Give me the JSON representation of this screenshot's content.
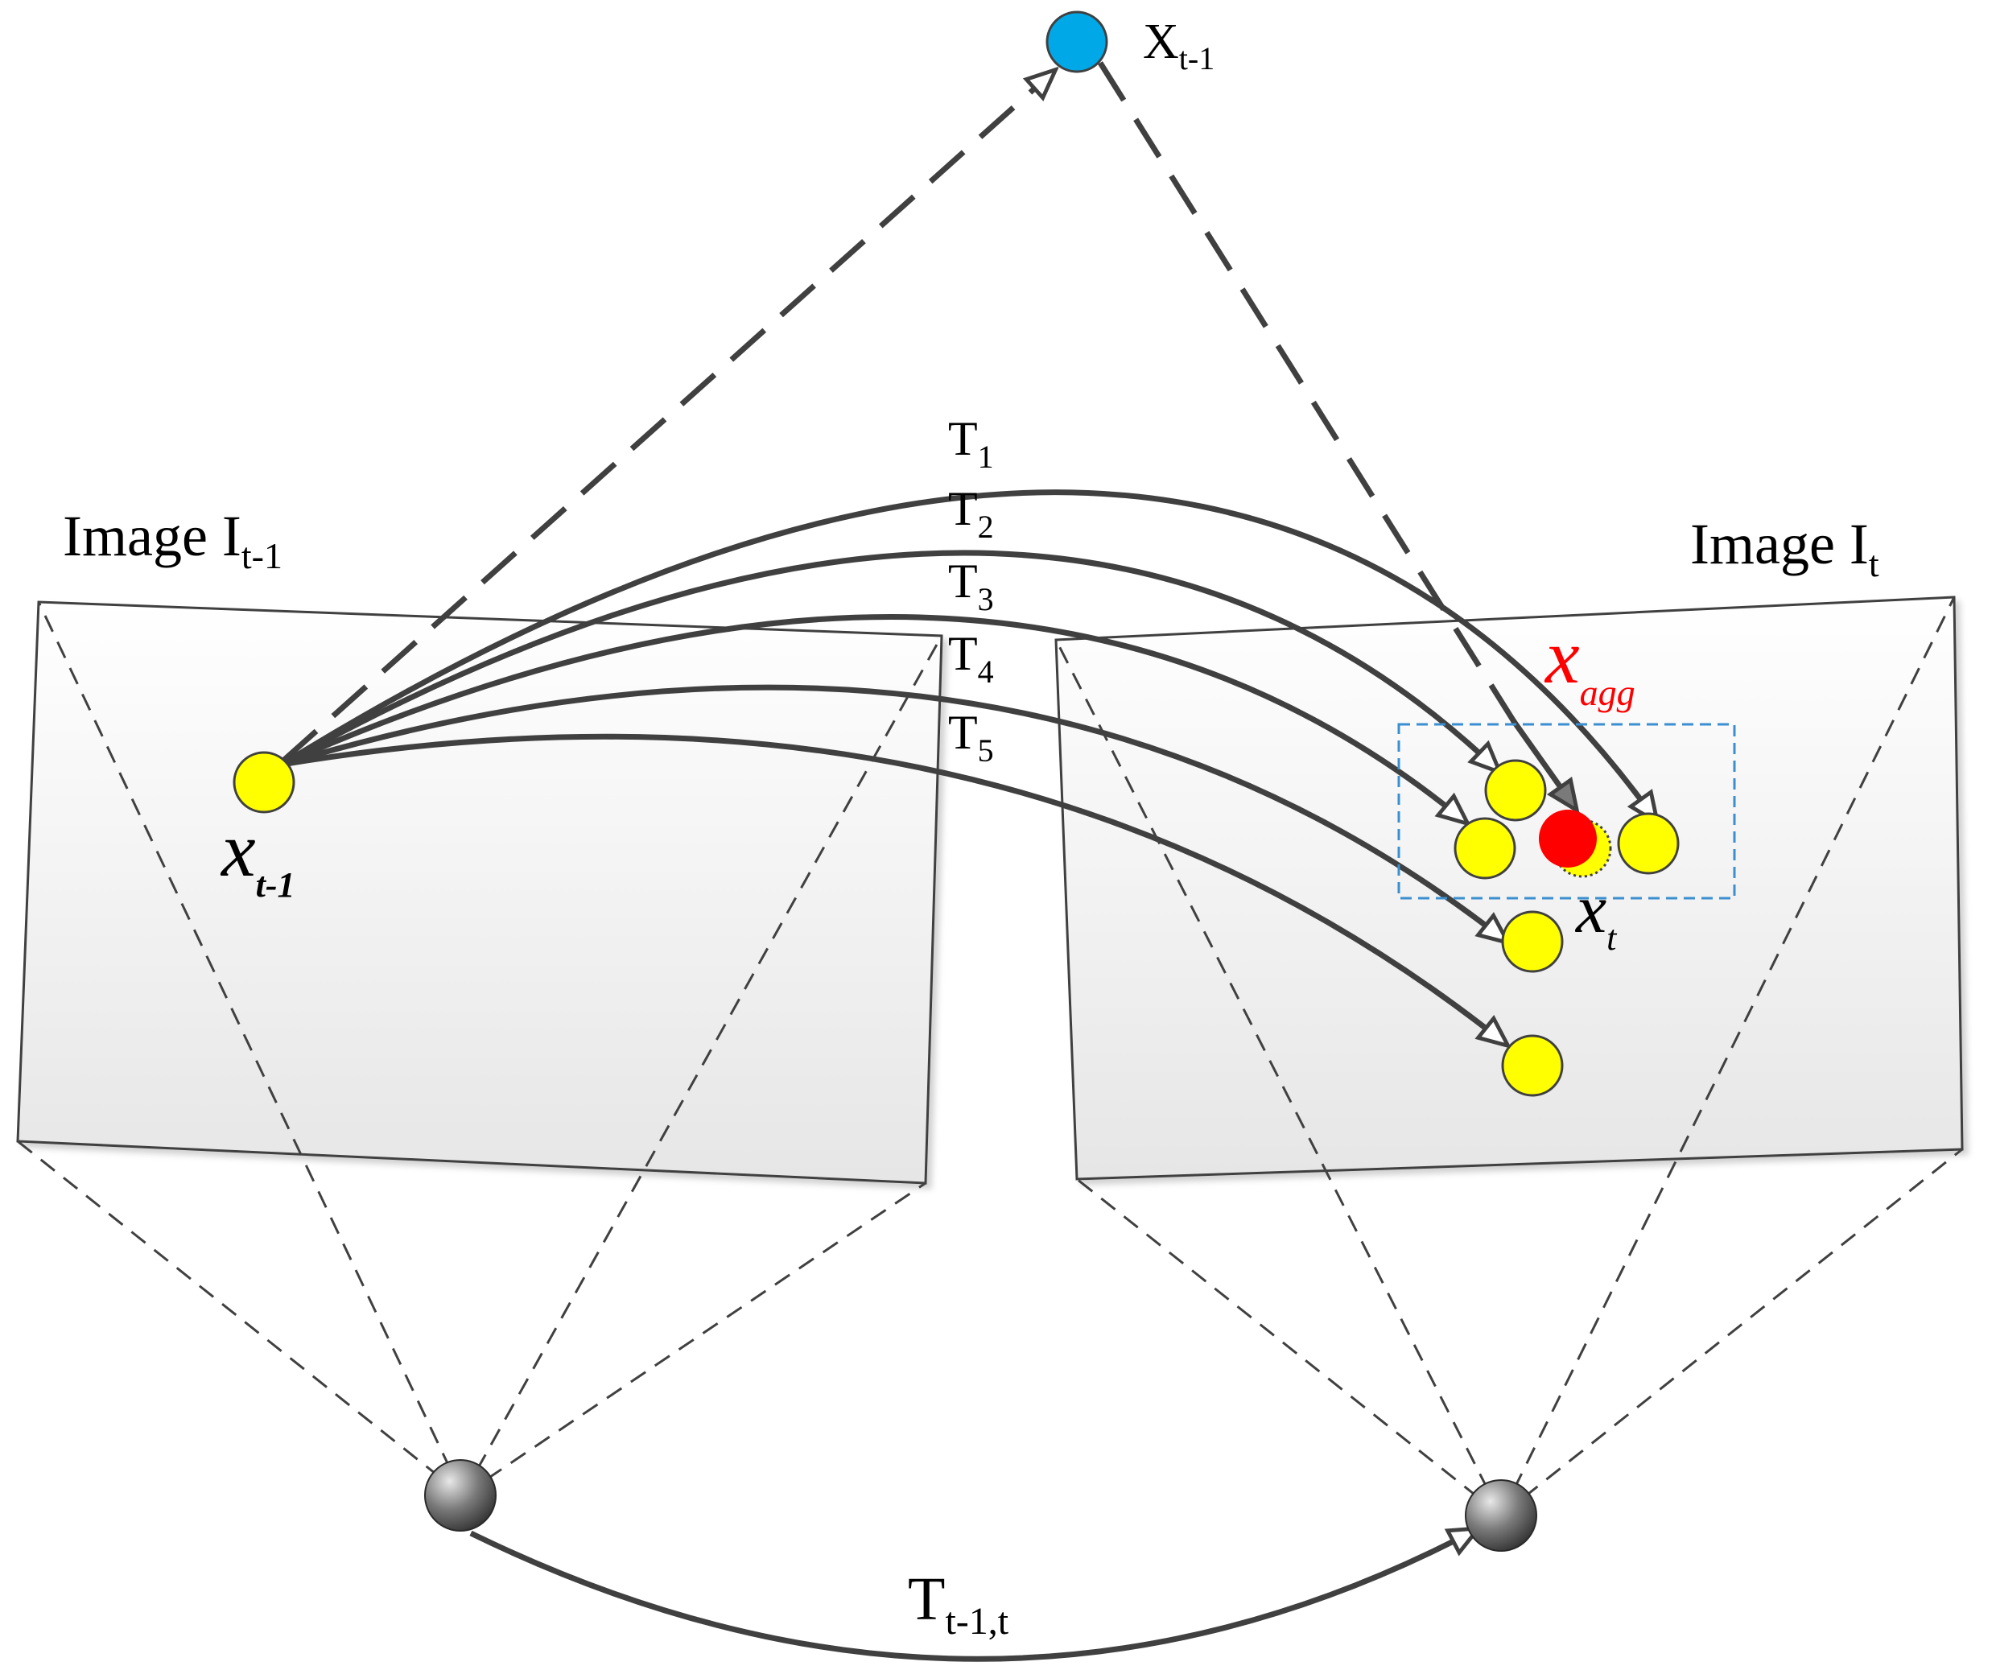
{
  "labels": {
    "world_point": "X",
    "world_point_sub": "t-1",
    "image_left": "Image I",
    "image_left_sub": "t-1",
    "image_right": "Image I",
    "image_right_sub": "t",
    "source_point": "x",
    "source_point_sub": "t-1",
    "target_point": "x",
    "target_point_sub": "t",
    "aggregate_point": "x",
    "aggregate_point_sub": "agg",
    "camera_transform": "T",
    "camera_transform_sub": "t-1,t"
  },
  "transforms": [
    {
      "label": "T",
      "sub": "1"
    },
    {
      "label": "T",
      "sub": "2"
    },
    {
      "label": "T",
      "sub": "3"
    },
    {
      "label": "T",
      "sub": "4"
    },
    {
      "label": "T",
      "sub": "5"
    }
  ],
  "colors": {
    "world_point": "#00a8e8",
    "feature_point": "#ffff00",
    "aggregate_point": "#ff0000",
    "aggregate_label": "#ff0000",
    "aggregate_box": "#3a8fd0",
    "stroke": "#404040",
    "camera": "#4a4a4a",
    "image_plane": "#efefef"
  }
}
